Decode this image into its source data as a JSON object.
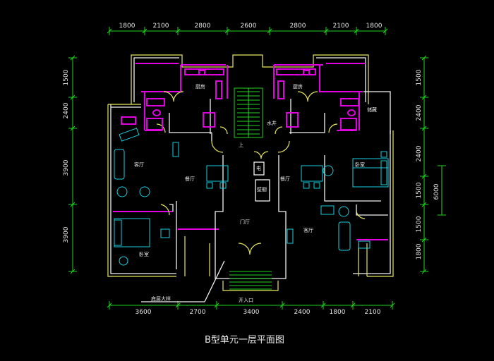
{
  "title": "B型单元一层平面图",
  "dims": {
    "top": [
      "1800",
      "2100",
      "2800",
      "2600",
      "2800",
      "2100",
      "1800"
    ],
    "bottom": [
      "3600",
      "2700",
      "3400",
      "2400",
      "1800",
      "2100"
    ],
    "left": [
      "1500",
      "2400",
      "3900",
      "3900"
    ],
    "right": [
      "1500",
      "2400",
      "2400",
      "1500",
      "1500",
      "1800"
    ],
    "right_outer": "6000"
  },
  "rooms": {
    "kitchen_left": "厨房",
    "kitchen_right": "厨房",
    "living_left": "客厅",
    "dining_left": "餐厅",
    "bedroom_left": "卧室",
    "living_right": "客厅",
    "dining_right": "餐厅",
    "bedroom_right": "卧室",
    "storage": "储藏",
    "water_well": "水井",
    "up": "上",
    "elec": "电",
    "wall_niche": "壁橱",
    "vestibule": "门厅",
    "entrance": "开入口",
    "ground_note": "底层大样"
  }
}
